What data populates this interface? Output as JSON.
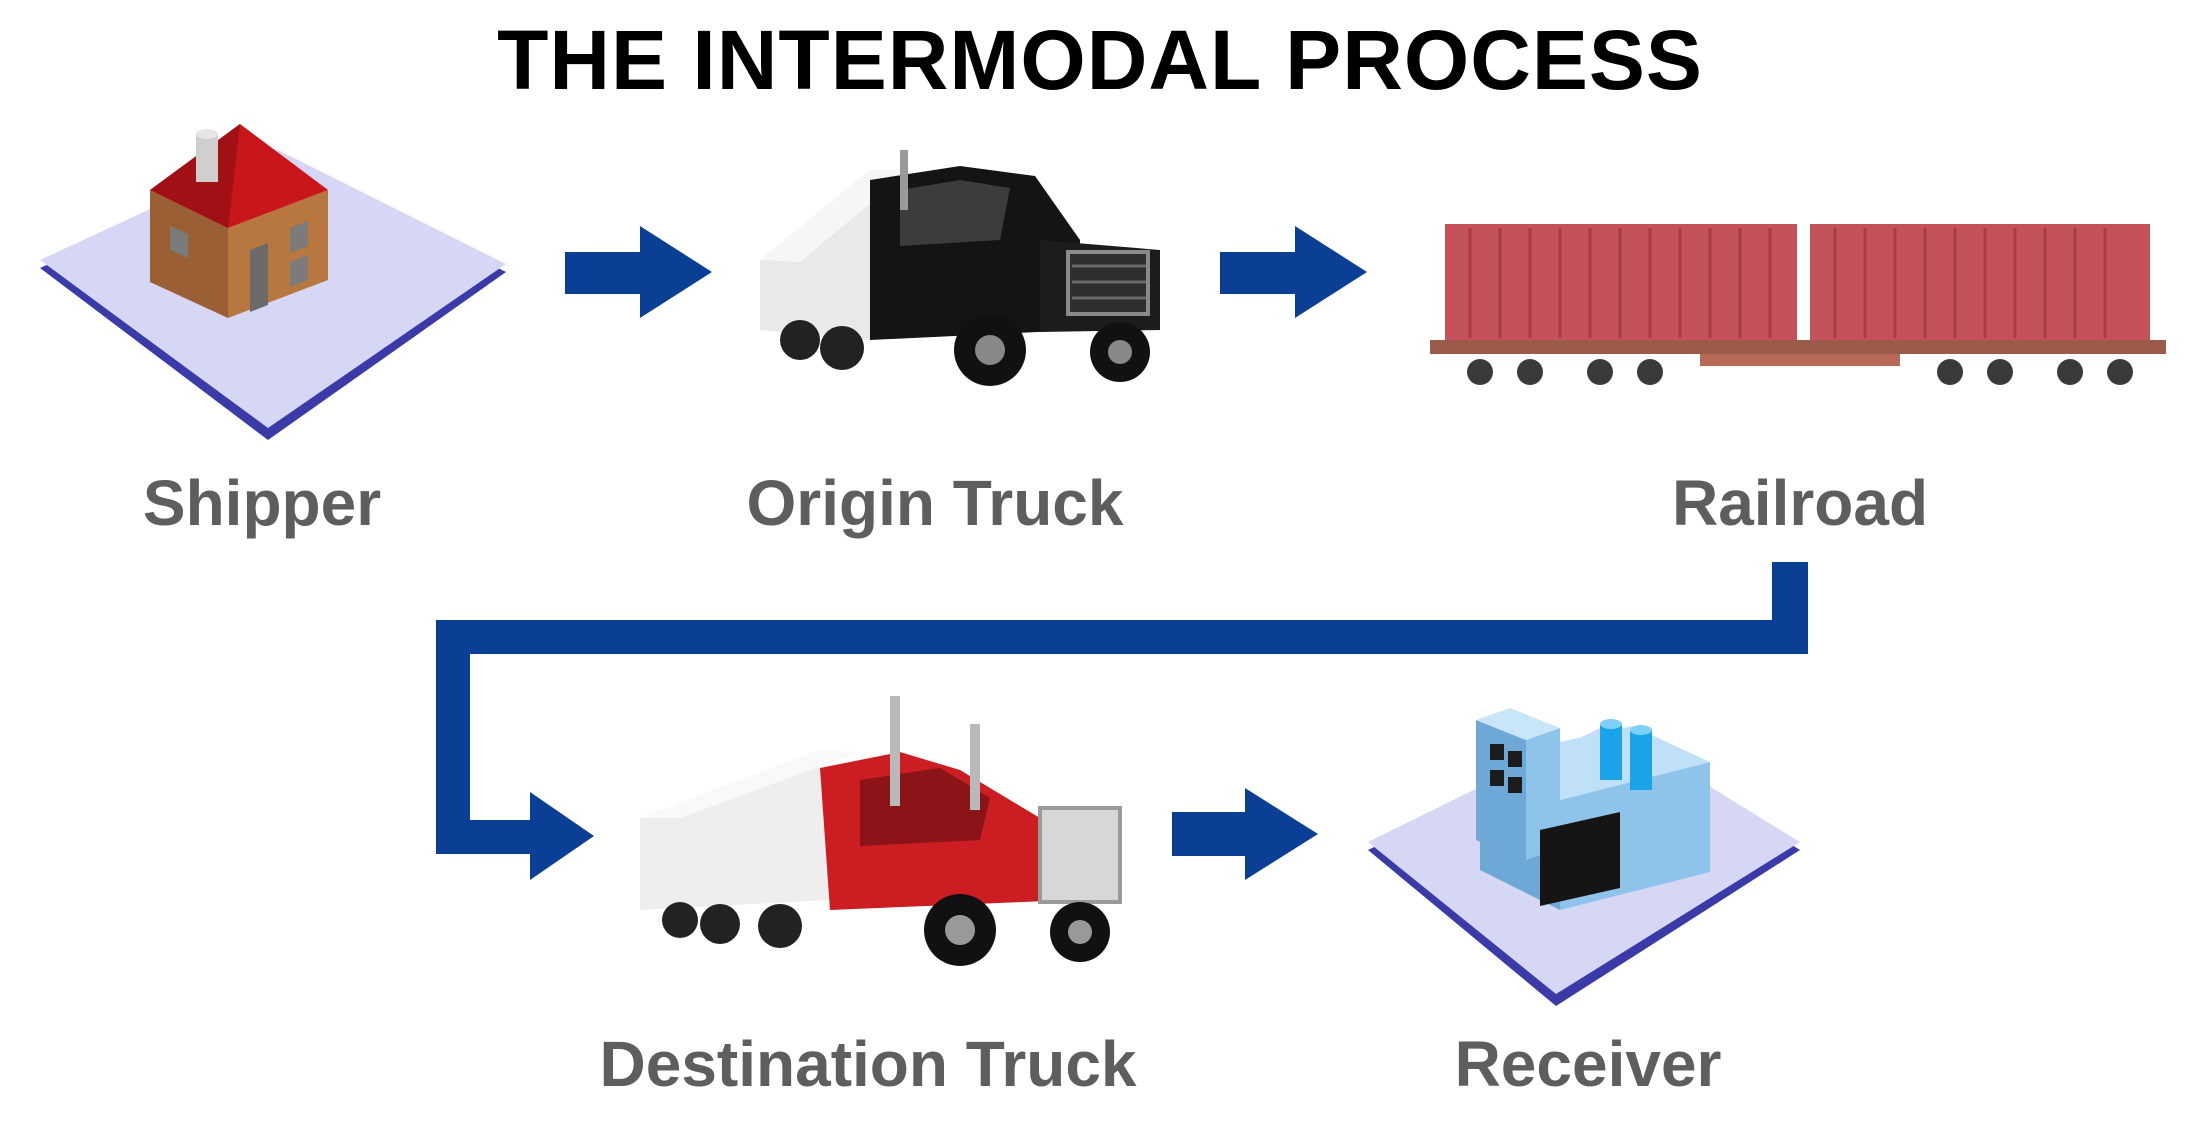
{
  "title": "THE INTERMODAL PROCESS",
  "steps": [
    {
      "label": "Shipper",
      "icon": "house-icon"
    },
    {
      "label": "Origin Truck",
      "icon": "black-semi-truck-icon"
    },
    {
      "label": "Railroad",
      "icon": "rail-container-car-icon"
    },
    {
      "label": "Destination Truck",
      "icon": "red-semi-truck-icon"
    },
    {
      "label": "Receiver",
      "icon": "factory-icon"
    }
  ],
  "colors": {
    "arrow": "#0b3f96",
    "label": "#5e5e5e",
    "platform": "#d6d6f5",
    "platform_edge": "#3a3aa8",
    "container": "#c5515a",
    "house_wall": "#b07040",
    "house_roof": "#c8161b",
    "factory": "#8ec4ea"
  }
}
